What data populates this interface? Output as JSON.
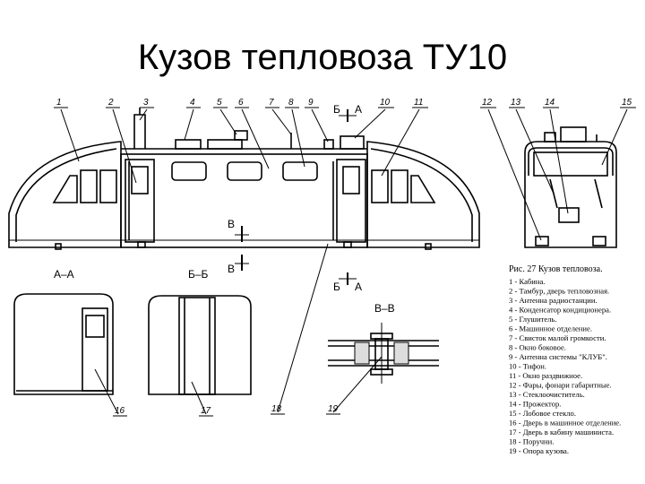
{
  "title": "Кузов тепловоза ТУ10",
  "callouts": [
    "1",
    "2",
    "3",
    "4",
    "5",
    "6",
    "7",
    "8",
    "9",
    "10",
    "11",
    "12",
    "13",
    "14",
    "15",
    "16",
    "17",
    "18",
    "19"
  ],
  "section_marks": {
    "ba_top_b": "Б",
    "ba_top_a": "А",
    "ba_bottom_b": "Б",
    "ba_bottom_a": "А",
    "vv_top": "В",
    "vv_bottom": "В"
  },
  "section_titles": {
    "aa": "А–А",
    "bb": "Б–Б",
    "vv": "В–В"
  },
  "legend": {
    "caption": "Рис. 27 Кузов тепловоза.",
    "items": [
      "1 - Кабина.",
      "2 - Тамбур, дверь тепловозная.",
      "3 - Антенна радиостанции.",
      "4 - Конденсатор кондиционера.",
      "5 - Глушитель.",
      "6 - Машинное отделение.",
      "7 - Свисток малой громкости.",
      "8 - Окно боковое.",
      "9 - Антенна системы \"КЛУБ\".",
      "10 - Тифон.",
      "11 - Окно раздвижное.",
      "12 - Фары, фонари габаритные.",
      "13 - Стеклоочиститель.",
      "14 - Прожектор.",
      "15 - Лобовое стекло.",
      "16 - Дверь в машинное отделение.",
      "17 - Дверь в кабину машиниста.",
      "18 - Поручни.",
      "19 - Опора кузова."
    ]
  }
}
